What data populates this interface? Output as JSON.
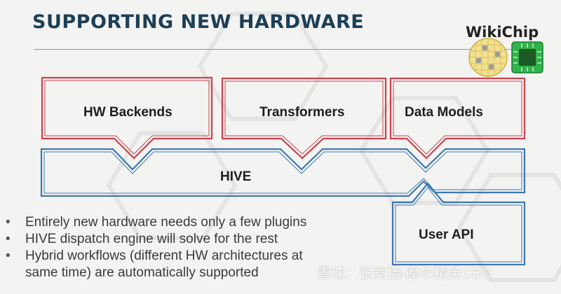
{
  "header": {
    "title": "SUPPORTING NEW HARDWARE",
    "logo_text": "WikiChip"
  },
  "diagram": {
    "top_boxes": [
      "HW Backends",
      "Transformers",
      "Data Models"
    ],
    "hive_label": "HIVE",
    "user_api_label": "User API"
  },
  "bullets": [
    "Entirely new hardware needs only a few plugins",
    "HIVE dispatch engine will solve for the rest",
    "Hybrid workflows (different HW architectures at same time) are automatically supported"
  ],
  "watermark": "雪球：张竞扬-摩尔精英CEO",
  "colors": {
    "title": "#1d3f57",
    "red_outline": "#c9444d",
    "blue_outline": "#3d79b0"
  }
}
